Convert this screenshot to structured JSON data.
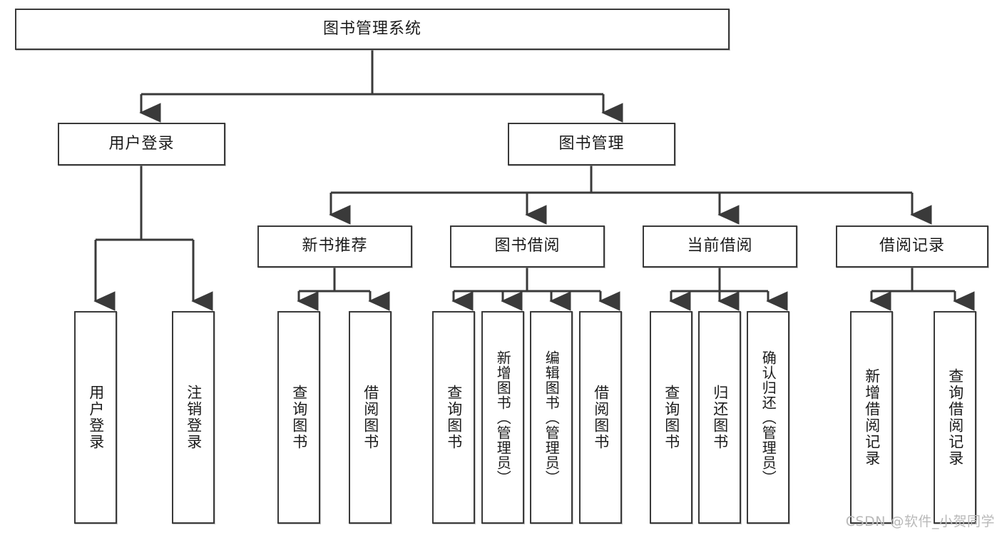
{
  "diagram": {
    "title": "图书管理系统",
    "watermark": "CSDN @软件_小贺同学",
    "root": {
      "label": "图书管理系统"
    },
    "level2": [
      {
        "label": "用户登录"
      },
      {
        "label": "图书管理"
      }
    ],
    "level3": [
      {
        "label": "新书推荐"
      },
      {
        "label": "图书借阅"
      },
      {
        "label": "当前借阅"
      },
      {
        "label": "借阅记录"
      }
    ],
    "leaves": {
      "user_login": [
        {
          "label": "用户登录"
        },
        {
          "label": "注销登录"
        }
      ],
      "new_book_recommend": [
        {
          "label": "查询图书"
        },
        {
          "label": "借阅图书"
        }
      ],
      "book_borrow": [
        {
          "label": "查询图书"
        },
        {
          "label": "新增图书（管理员）"
        },
        {
          "label": "编辑图书（管理员）"
        },
        {
          "label": "借阅图书"
        }
      ],
      "current_borrow": [
        {
          "label": "查询图书"
        },
        {
          "label": "归还图书"
        },
        {
          "label": "确认归还（管理员）"
        }
      ],
      "borrow_records": [
        {
          "label": "新增借阅记录"
        },
        {
          "label": "查询借阅记录"
        }
      ]
    }
  },
  "colors": {
    "stroke": "#3a3a3a",
    "background": "#ffffff",
    "text": "#1b1b1b",
    "watermark": "#b9b9b9"
  }
}
